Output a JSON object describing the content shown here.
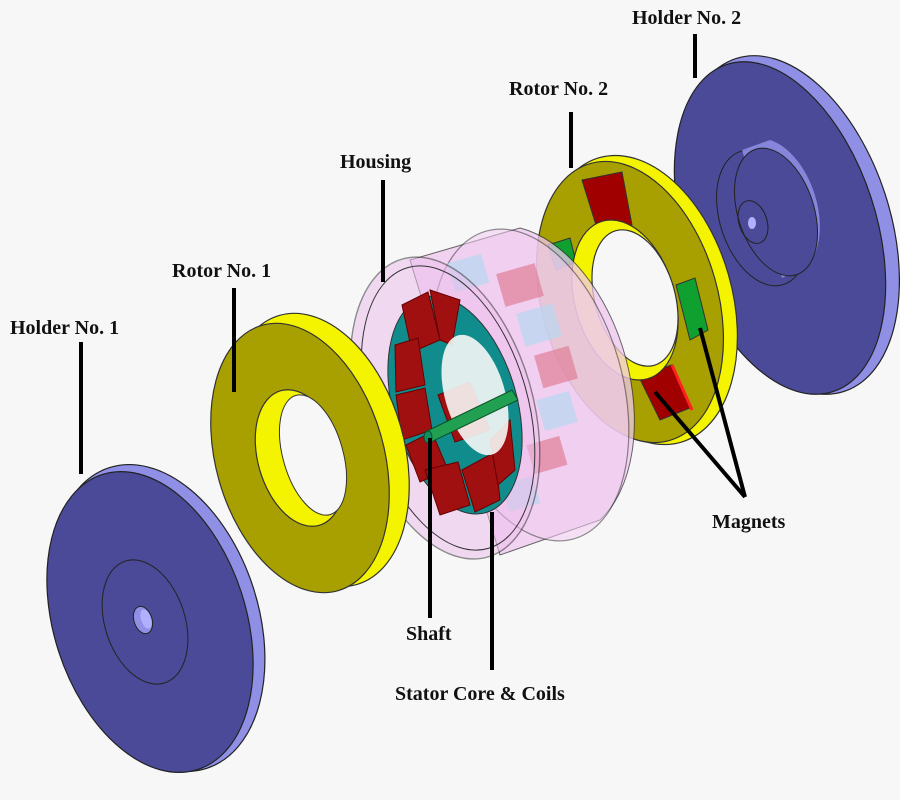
{
  "title": "Exploded view of axial-flux machine",
  "labels": {
    "holder1": "Holder No. 1",
    "rotor1": "Rotor No. 1",
    "housing": "Housing",
    "rotor2": "Rotor No. 2",
    "holder2": "Holder No. 2",
    "magnets": "Magnets",
    "shaft": "Shaft",
    "stator": "Stator Core & Coils"
  },
  "colors": {
    "background": "#f7f7f7",
    "holder_face": "#4a4a98",
    "holder_edge": "#8f8fe6",
    "rotor_face": "#a8a000",
    "rotor_edge": "#f4f400",
    "housing": "#e8b8e8",
    "coil": "#a01010",
    "core": "#108c8c",
    "shaft": "#20a050",
    "magnet_red": "#a00000",
    "magnet_green": "#10a030"
  }
}
